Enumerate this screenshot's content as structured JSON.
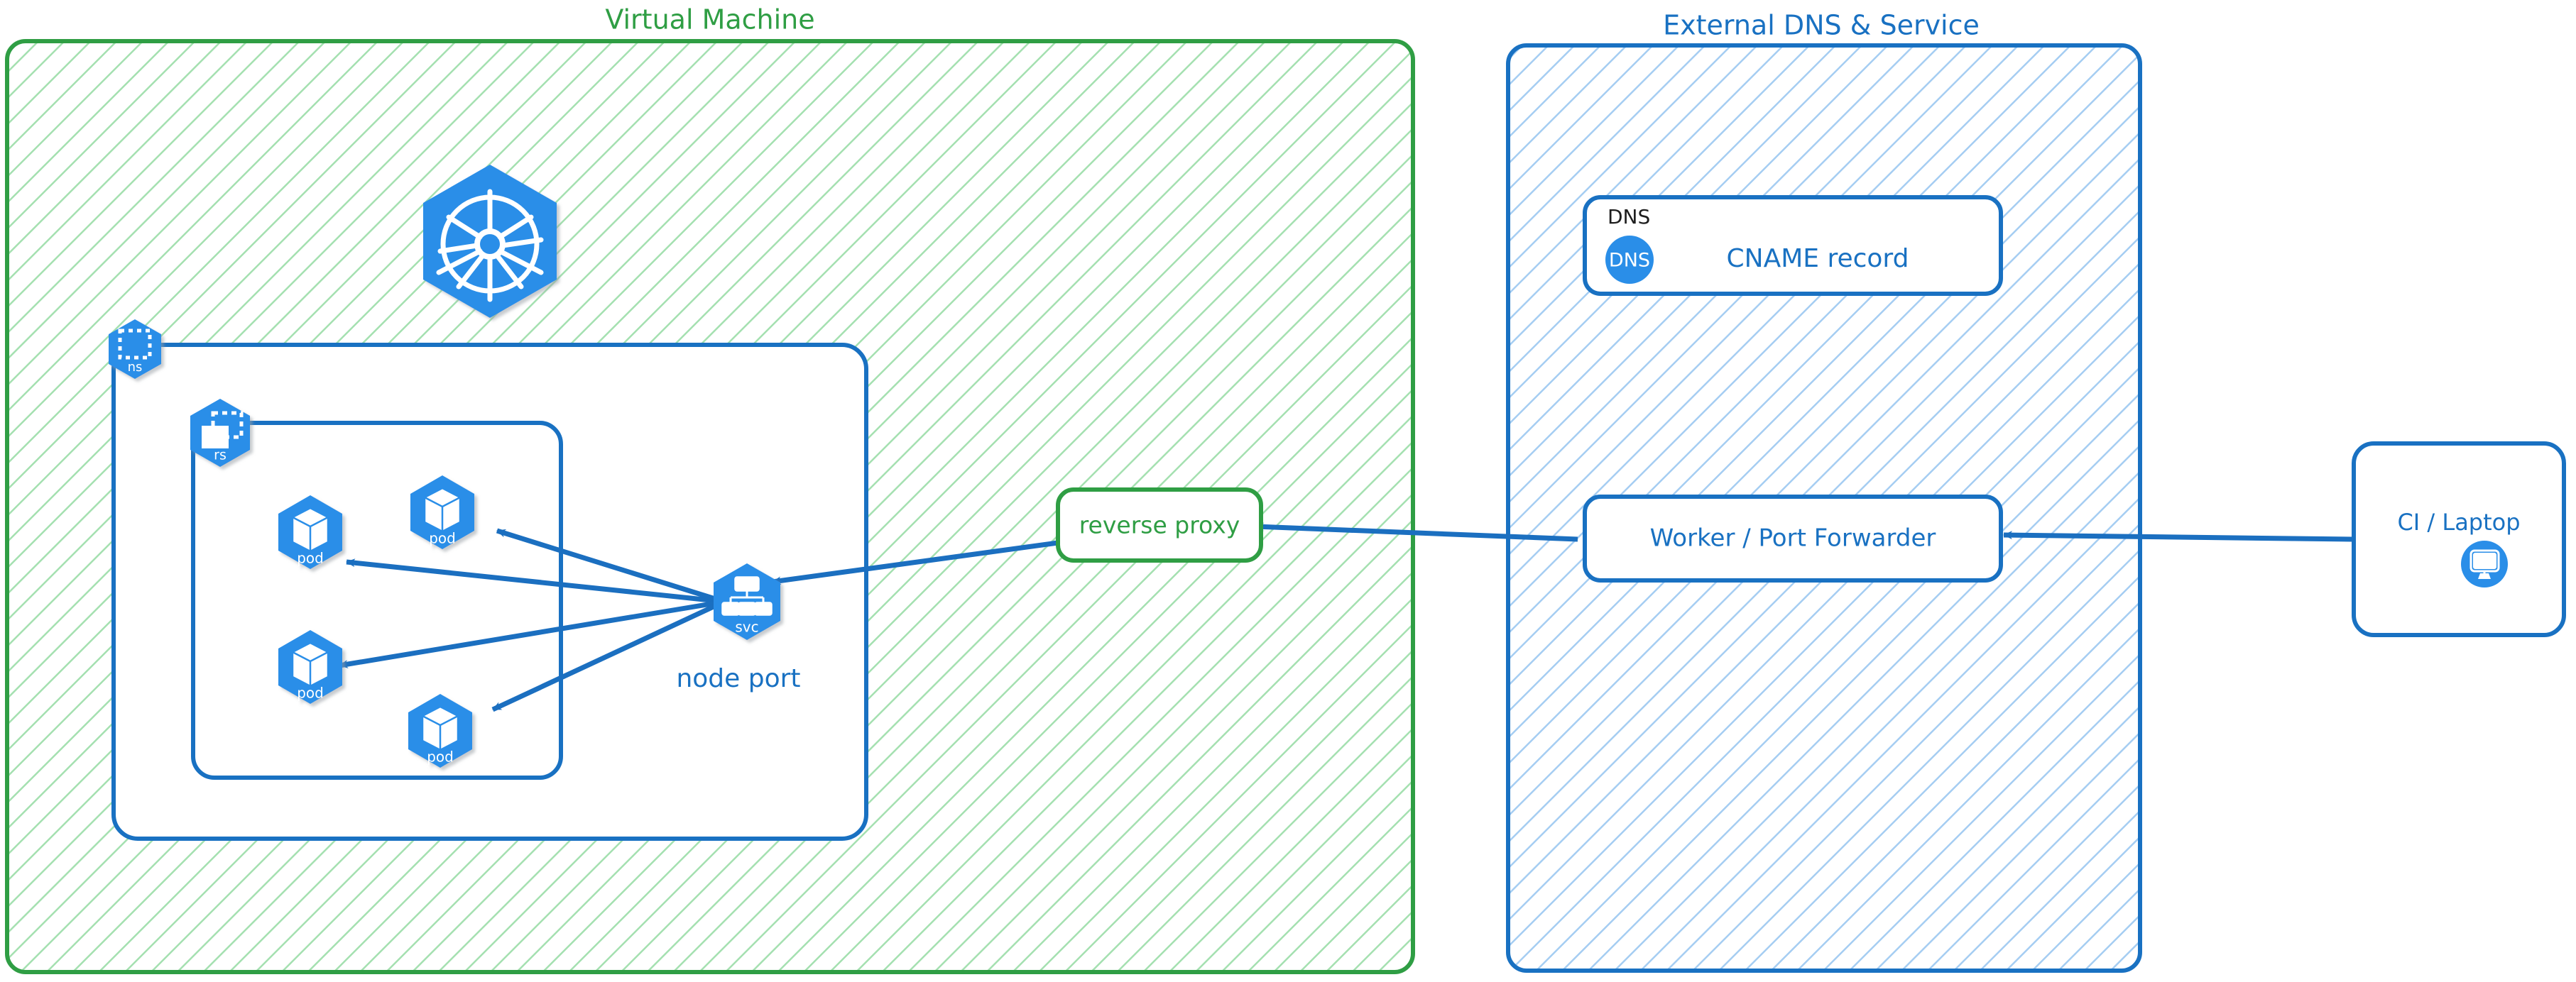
{
  "colors": {
    "green_stroke": "#2f9e44",
    "green_hatch": "#a4e0b0",
    "green_text": "#2f9e44",
    "blue_stroke": "#1971c2",
    "blue_hatch": "#a5cdf2",
    "blue_text": "#1971c2",
    "k8s_blue": "#2a8ee8",
    "arrow_blue": "#1b6fc0",
    "black_text": "#1e1e1e",
    "white": "#ffffff"
  },
  "panels": {
    "virtual_machine": {
      "title": "Virtual Machine",
      "hatch": "green"
    },
    "external": {
      "title": "External DNS & Service",
      "hatch": "blue"
    }
  },
  "kubernetes": {
    "logo_label": "kubernetes-logo",
    "namespace": {
      "badge": "ns",
      "icon": "namespace-icon"
    },
    "replicaset": {
      "badge": "rs",
      "icon": "replicaset-icon"
    },
    "service": {
      "badge": "svc",
      "icon": "service-icon",
      "caption": "node port"
    },
    "pods": [
      {
        "badge": "pod"
      },
      {
        "badge": "pod"
      },
      {
        "badge": "pod"
      },
      {
        "badge": "pod"
      }
    ]
  },
  "nodes": {
    "reverse_proxy": {
      "label": "reverse proxy"
    },
    "dns_card": {
      "tag": "DNS",
      "badge_text": "DNS",
      "label": "CNAME record"
    },
    "worker": {
      "label": "Worker / Port Forwarder"
    },
    "client": {
      "label": "CI / Laptop",
      "icon": "monitor-icon"
    }
  },
  "edges": [
    {
      "from": "service",
      "to": "pod-1",
      "direction": "to"
    },
    {
      "from": "service",
      "to": "pod-2",
      "direction": "to"
    },
    {
      "from": "service",
      "to": "pod-3",
      "direction": "to"
    },
    {
      "from": "service",
      "to": "pod-4",
      "direction": "to"
    },
    {
      "from": "reverse-proxy",
      "to": "service",
      "direction": "to"
    },
    {
      "from": "worker",
      "to": "reverse-proxy",
      "direction": "to"
    },
    {
      "from": "client",
      "to": "worker",
      "direction": "to"
    }
  ]
}
